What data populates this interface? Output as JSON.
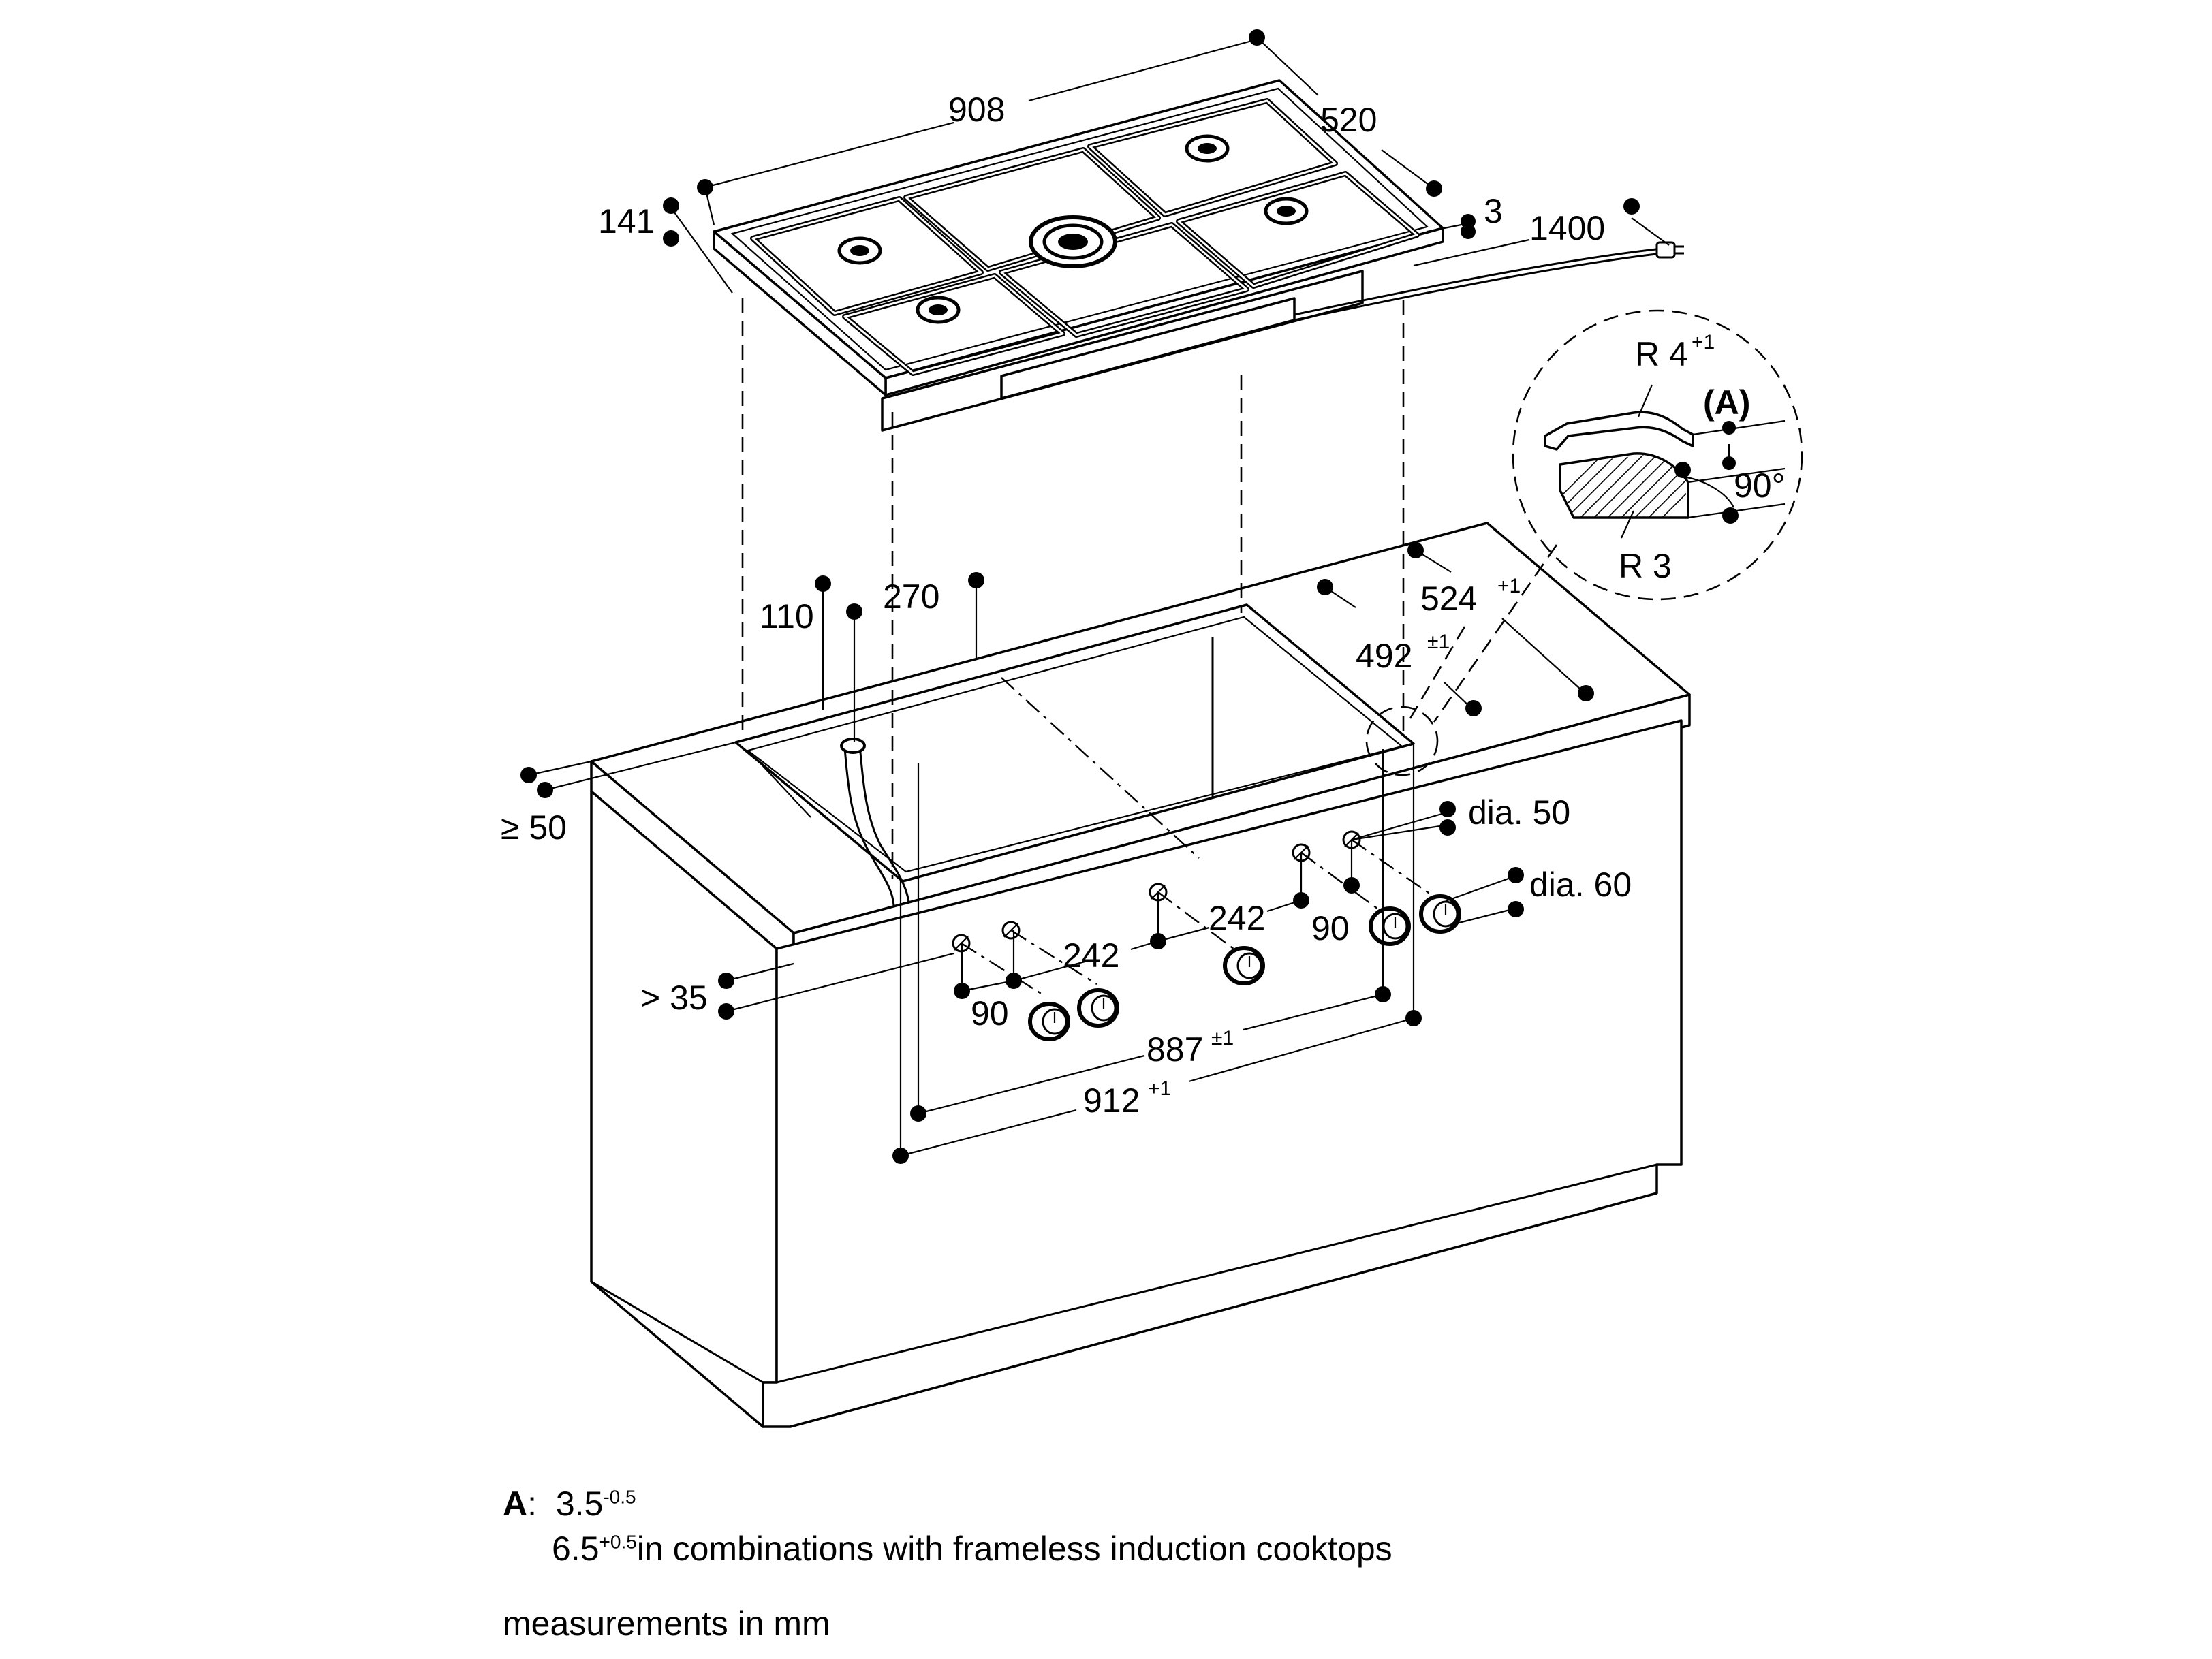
{
  "dimensions": {
    "width_908": "908",
    "depth_520": "520",
    "height_141": "141",
    "gap_3": "3",
    "cable_1400": "1400",
    "r4_base": "R 4",
    "r4_sup": "+1",
    "detail_a": "(A)",
    "angle_90": "90°",
    "r3": "R 3",
    "d110": "110",
    "d270": "270",
    "d524": "524",
    "d524_sup": "+1",
    "d492": "492",
    "d492_sup": "±1",
    "min_50": "≥ 50",
    "dia50": "dia. 50",
    "dia60": "dia. 60",
    "d242_left": "242",
    "d242_right": "242",
    "d90_left": "90",
    "d90_right": "90",
    "min_35": "> 35",
    "d887": "887",
    "d887_sup": "±1",
    "d912": "912",
    "d912_sup": "+1"
  },
  "notes": {
    "label": "A",
    "colon": ":",
    "line1_value": "3.5",
    "line1_sup": "-0.5",
    "line2_value": "6.5",
    "line2_sup": "+0.5",
    "line2_text": "in combinations with frameless induction cooktops",
    "units": "measurements in mm"
  }
}
